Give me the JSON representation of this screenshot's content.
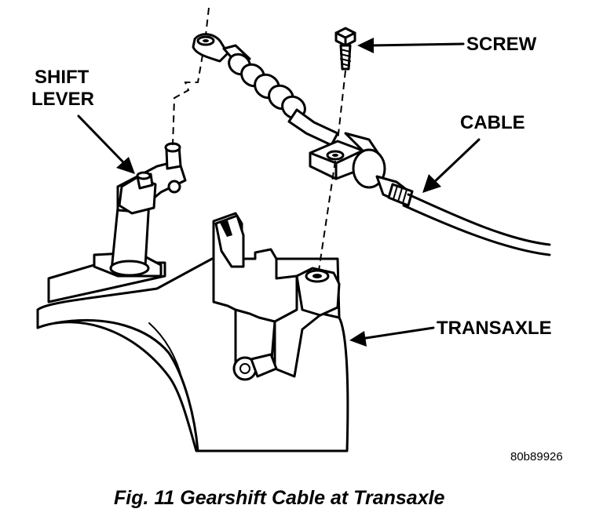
{
  "labels": {
    "shift_lever_line1": "SHIFT",
    "shift_lever_line2": "LEVER",
    "screw": "SCREW",
    "cable": "CABLE",
    "transaxle": "TRANSAXLE"
  },
  "figure_id": "80b89926",
  "caption": "Fig. 11 Gearshift Cable at Transaxle"
}
